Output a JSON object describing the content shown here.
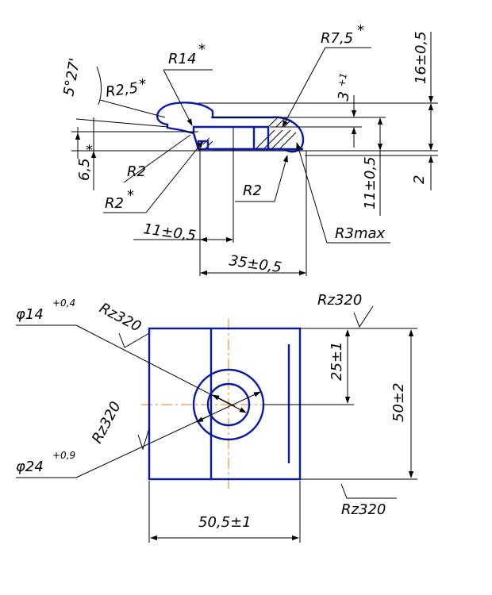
{
  "colors": {
    "outline": "#0a1aa8",
    "dimension": "#000000",
    "centerline": "#ff7a00",
    "background": "#ffffff"
  },
  "side_view": {
    "r14": "R14",
    "r7_5": "R7,5",
    "r2_5": "R2,5",
    "r2_left": "R2",
    "r2_star": "R2",
    "r2_mid": "R2",
    "r3max": "R3max",
    "angle": "5°27'",
    "dim_6_5": "6,5",
    "dim_3": "3",
    "dim_3_tol": "+1",
    "dim_16": "16±0,5",
    "dim_11_right": "11±0,5",
    "dim_2": "2",
    "dim_11_bottom": "11±0,5",
    "dim_35": "35±0,5",
    "star": "*"
  },
  "top_view": {
    "phi14": "φ14",
    "phi14_tol": "+0,4",
    "phi24": "φ24",
    "phi24_tol": "+0,9",
    "rz_top_left": "Rz320",
    "rz_top_right": "Rz320",
    "rz_left": "Rz320",
    "rz_bottom_right": "Rz320",
    "dim_25": "25±1",
    "dim_50": "50±2",
    "dim_50_5": "50,5±1"
  }
}
